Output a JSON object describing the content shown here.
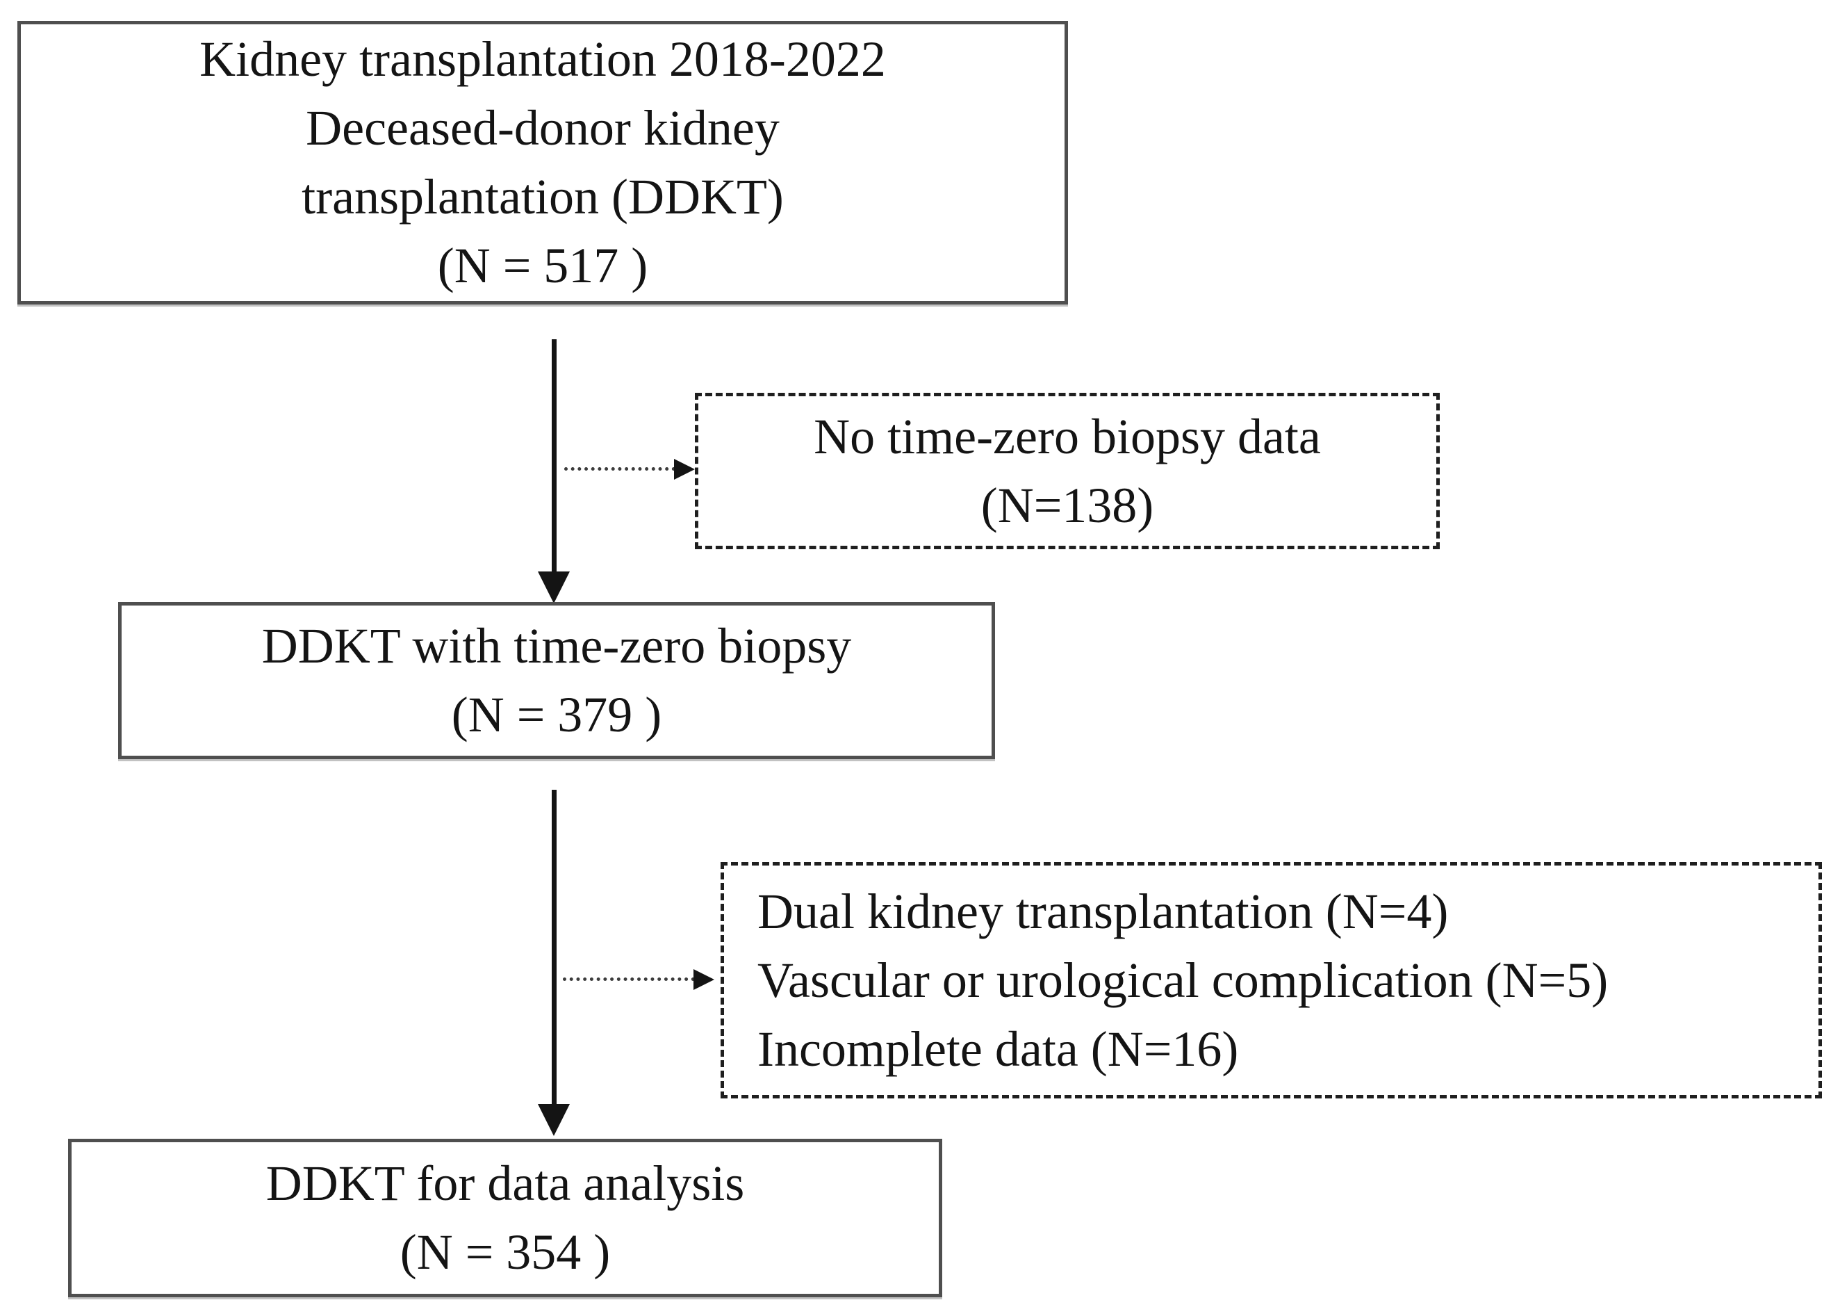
{
  "diagram": {
    "title_semantic": "Deceased-donor kidney transplantation study flow diagram",
    "colors": {
      "background": "#ffffff",
      "text": "#141414",
      "solid_box_border": "#4f4f4f",
      "dashed_box_border": "#1f1f1f",
      "arrow": "#141414"
    },
    "nodes": {
      "source": {
        "lines": [
          "Kidney transplantation 2018-2022",
          "Deceased-donor kidney",
          "transplantation (DDKT)",
          "(N = 517 )"
        ]
      },
      "exclusion1": {
        "lines": [
          "No time-zero biopsy data",
          "(N=138)"
        ]
      },
      "cohort": {
        "lines": [
          "DDKT with time-zero biopsy",
          "(N = 379 )"
        ]
      },
      "exclusion2": {
        "lines": [
          "Dual kidney transplantation (N=4)",
          "Vascular or urological complication (N=5)",
          "Incomplete data (N=16)"
        ]
      },
      "final": {
        "lines": [
          "DDKT for data analysis",
          "(N = 354 )"
        ]
      }
    }
  }
}
